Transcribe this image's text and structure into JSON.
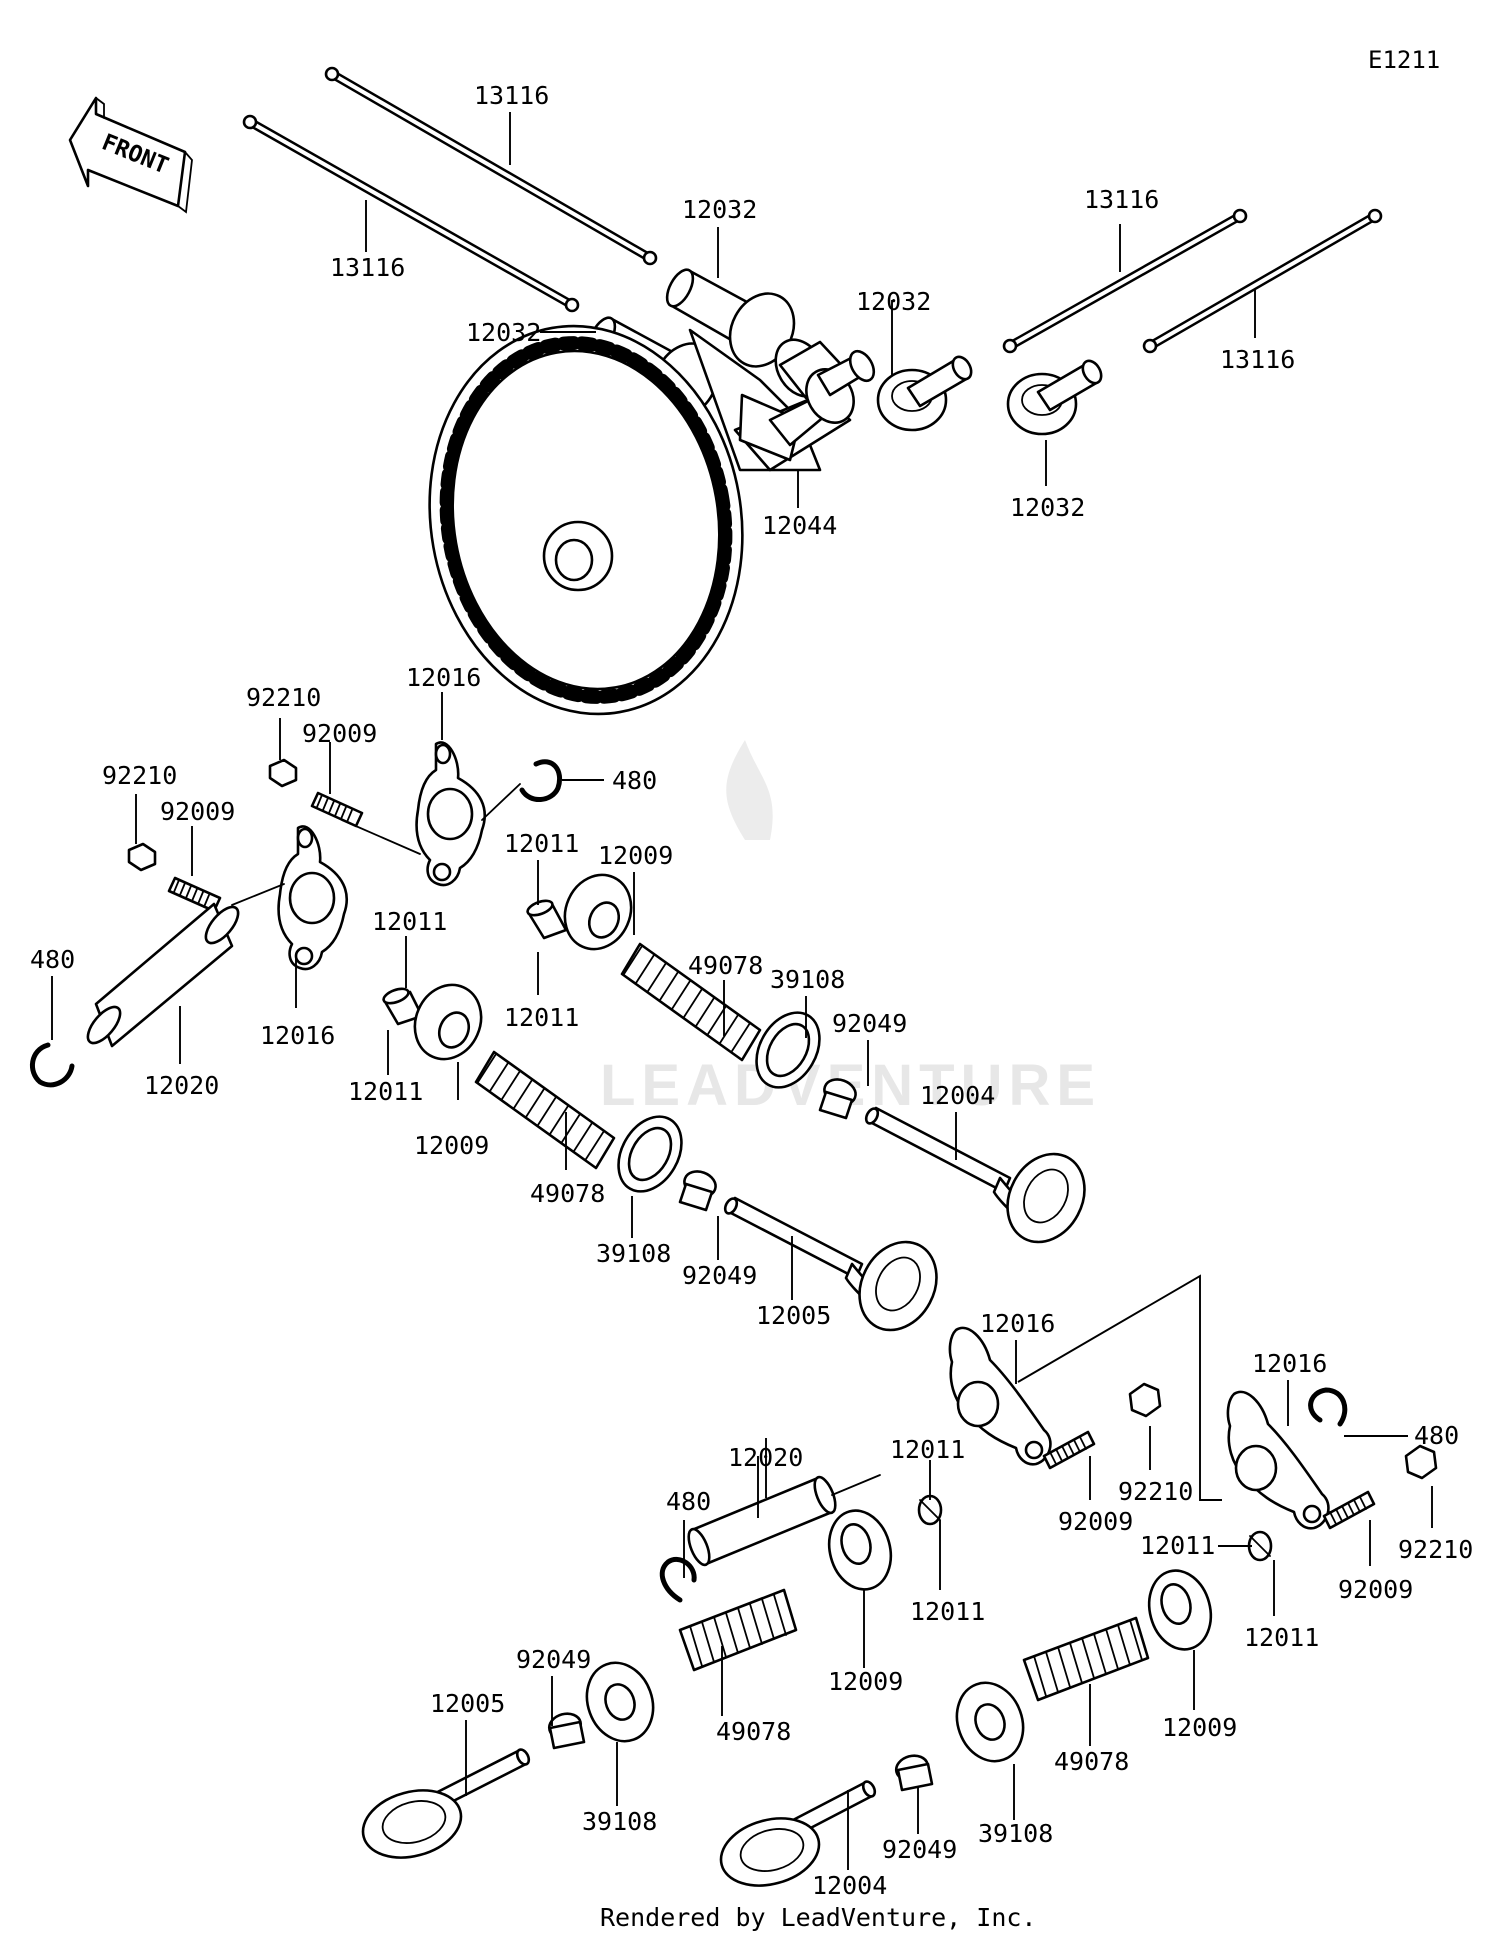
{
  "diagram_ref": "E1211",
  "front_label": "FRONT",
  "watermark": "LEADVENTURE",
  "footer": "Rendered by LeadVenture, Inc.",
  "labels": {
    "push_rod_a": "13116",
    "push_rod_b": "13116",
    "push_rod_c": "13116",
    "push_rod_d": "13116",
    "lifter_a": "12032",
    "lifter_b": "12032",
    "lifter_c": "12032",
    "lifter_d": "12032",
    "camshaft": "12044",
    "nut_a": "92210",
    "nut_b": "92210",
    "nut_c": "92210",
    "nut_d": "92210",
    "stud_a": "92009",
    "stud_b": "92009",
    "stud_c": "92009",
    "stud_d": "92009",
    "rocker_a": "12016",
    "rocker_b": "12016",
    "rocker_c": "12016",
    "rocker_d": "12016",
    "circlip_a": "480",
    "circlip_b": "480",
    "circlip_c": "480",
    "circlip_d": "480",
    "shaft_a": "12020",
    "shaft_b": "12020",
    "collet_a1": "12011",
    "collet_a2": "12011",
    "collet_b1": "12011",
    "collet_b2": "12011",
    "collet_c1": "12011",
    "collet_c2": "12011",
    "collet_d1": "12011",
    "collet_d2": "12011",
    "retainer_a": "12009",
    "retainer_b": "12009",
    "retainer_c": "12009",
    "retainer_d": "12009",
    "spring_a": "49078",
    "spring_b": "49078",
    "spring_c": "49078",
    "spring_d": "49078",
    "seat_a": "39108",
    "seat_b": "39108",
    "seat_c": "39108",
    "seat_d": "39108",
    "seal_a": "92049",
    "seal_b": "92049",
    "seal_c": "92049",
    "seal_d": "92049",
    "valve_exhaust_a": "12004",
    "valve_exhaust_b": "12004",
    "valve_intake_a": "12005",
    "valve_intake_b": "12005"
  }
}
